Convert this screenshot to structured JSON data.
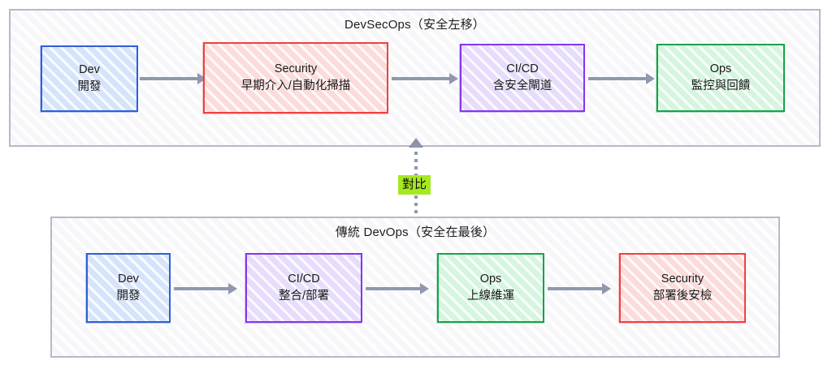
{
  "diagram": {
    "groups": [
      {
        "id": "devsecops",
        "title": "DevSecOps（安全左移）",
        "nodes": [
          {
            "name": "dev",
            "title": "Dev",
            "sub": "開發",
            "color": "#2f5fd8"
          },
          {
            "name": "security",
            "title": "Security",
            "sub": "早期介入/自動化掃描",
            "color": "#f0413f"
          },
          {
            "name": "cicd",
            "title": "CI/CD",
            "sub": "含安全閘道",
            "color": "#8436ef"
          },
          {
            "name": "ops",
            "title": "Ops",
            "sub": "監控與回饋",
            "color": "#16a34a"
          }
        ]
      },
      {
        "id": "devops",
        "title": "傳統 DevOps（安全在最後）",
        "nodes": [
          {
            "name": "dev",
            "title": "Dev",
            "sub": "開發",
            "color": "#2f5fd8"
          },
          {
            "name": "cicd",
            "title": "CI/CD",
            "sub": "整合/部署",
            "color": "#8436ef"
          },
          {
            "name": "ops",
            "title": "Ops",
            "sub": "上線維運",
            "color": "#16a34a"
          },
          {
            "name": "security",
            "title": "Security",
            "sub": "部署後安檢",
            "color": "#f0413f"
          }
        ]
      }
    ],
    "connector": {
      "label": "對比",
      "label_background": "#a6e822",
      "line_color": "#9098ad",
      "style": "dotted-up-arrow"
    },
    "arrow_color": "#9098ad",
    "panel_border_color": "#b9b7c9",
    "panel_background": "#f7f7fa"
  }
}
